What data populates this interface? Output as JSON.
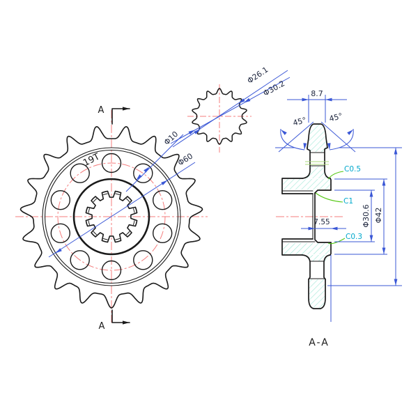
{
  "drawing": {
    "title": "sprocket-engineering-drawing",
    "labels": {
      "d26": "Φ26.1",
      "d30": "Φ30.2",
      "d10": "Φ10",
      "d60": "Φ60",
      "teeth_count": "19T",
      "cut_top": "A",
      "cut_bottom": "A",
      "w87": "8.7",
      "ang_left": "45°",
      "ang_right": "45°",
      "c05": "C0.5",
      "c1": "C1",
      "c03": "C0.3",
      "d306": "Φ30.6",
      "d42": "Φ42",
      "w755": "7.55",
      "section_title": "A-A"
    },
    "front_view": {
      "teeth": 19,
      "bolt_holes": 10,
      "spline_teeth": 12
    },
    "detail_view": {
      "teeth": 14
    },
    "colors": {
      "outline": "#1a1a1a",
      "centerline": "#f47d7d",
      "dimension": "#3a57d6",
      "dim_text": "#202840",
      "chamfer_text": "#00a8cc",
      "leader": "#55c814",
      "neck_lines": "#a8d878",
      "hatch": "#9fe8d6",
      "background": "#ffffff"
    }
  }
}
